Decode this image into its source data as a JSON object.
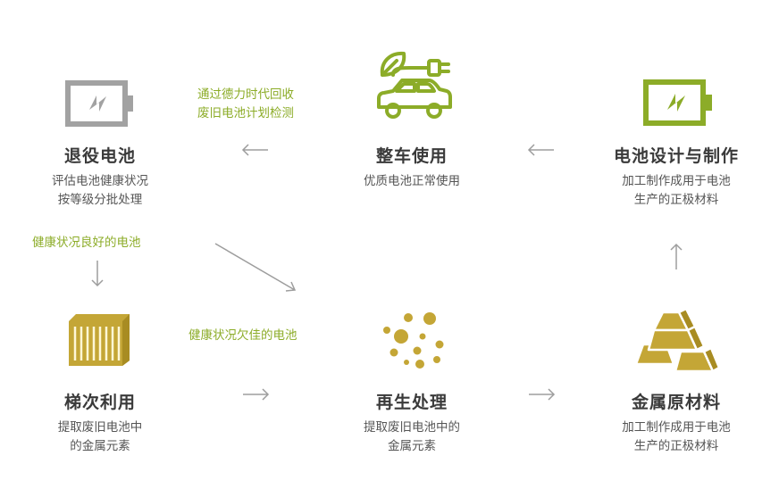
{
  "colors": {
    "green": "#8cac28",
    "gold": "#c4a636",
    "gray": "#9d9d9d",
    "title": "#3a3a3a",
    "text": "#555555"
  },
  "nodes": {
    "retire": {
      "title": "退役电池",
      "desc": "评估电池健康状况\n按等级分批处理",
      "icon": "battery-gray-icon"
    },
    "vehicle": {
      "title": "整车使用",
      "desc": "优质电池正常使用",
      "icon": "electric-car-icon"
    },
    "design": {
      "title": "电池设计与制作",
      "desc": "加工制作成用于电池\n生产的正极材料",
      "icon": "battery-green-icon"
    },
    "cascade": {
      "title": "梯次利用",
      "desc": "提取废旧电池中\n的金属元素",
      "icon": "container-icon"
    },
    "recycle": {
      "title": "再生处理",
      "desc": "提取废旧电池中的\n金属元素",
      "icon": "particles-icon"
    },
    "metal": {
      "title": "金属原材料",
      "desc": "加工制作成用于电池\n生产的正极材料",
      "icon": "gold-bars-icon"
    }
  },
  "notes": {
    "top": "通过德力时代回收\n废旧电池计划检测",
    "good": "健康状况良好的电池",
    "poor": "健康状况欠佳的电池"
  }
}
